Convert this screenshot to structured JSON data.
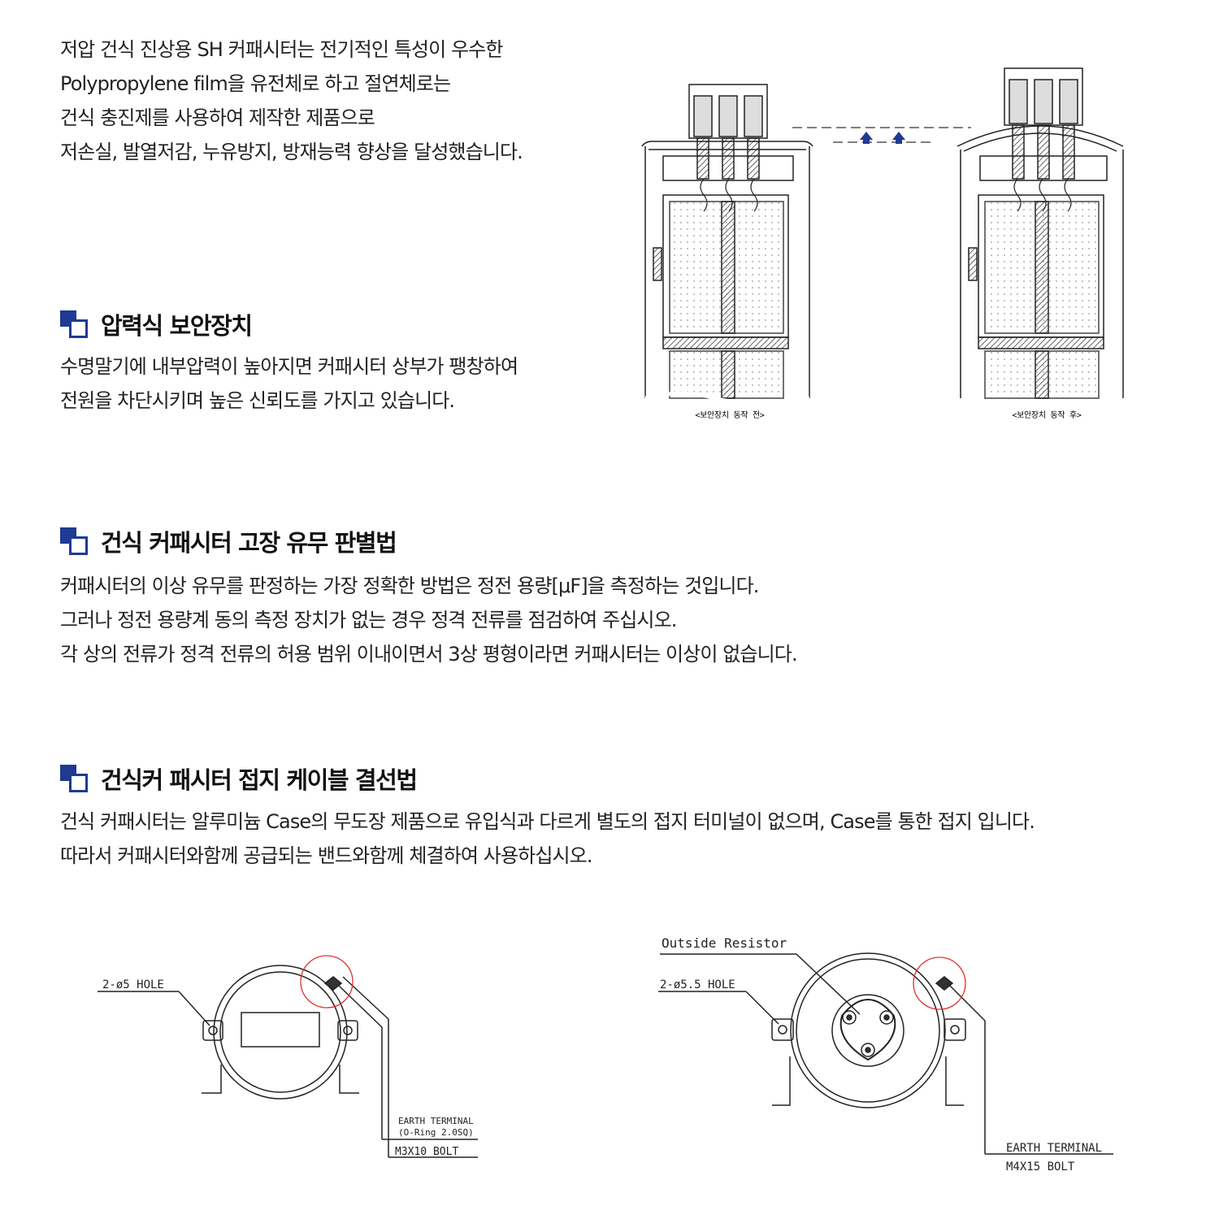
{
  "intro": {
    "lines": [
      "저압 건식 진상용 SH 커패시터는 전기적인 특성이 우수한",
      "Polypropylene film을 유전체로 하고 절연체로는",
      "건식 충진제를 사용하여 제작한 제품으로",
      "저손실, 발열저감, 누유방지, 방재능력 향상을 달성했습니다."
    ]
  },
  "sections": [
    {
      "title": "압력식 보안장치",
      "lines": [
        "수명말기에 내부압력이 높아지면 커패시터 상부가 팽창하여",
        "전원을 차단시키며 높은 신뢰도를 가지고 있습니다."
      ]
    },
    {
      "title": "건식 커패시터 고장 유무 판별법",
      "lines": [
        "커패시터의 이상 유무를 판정하는 가장 정확한 방법은 정전 용량[μF]을 측정하는 것입니다.",
        "그러나 정전 용량계 동의 측정 장치가 없는 경우 정격 전류를 점검하여 주십시오.",
        "각 상의 전류가 정격 전류의 허용 범위 이내이면서 3상 평형이라면 커패시터는 이상이 없습니다."
      ]
    },
    {
      "title": "건식커 패시터 접지 케이블 결선법",
      "lines": [
        "건식 커패시터는 알루미늄 Case의 무도장 제품으로 유입식과 다르게 별도의 접지 터미널이 없으며, Case를 통한 접지 입니다.",
        "따라서 커패시터와함께 공급되는 밴드와함께 체결하여 사용하십시오."
      ]
    }
  ],
  "figures": {
    "before_caption": "<보안장치 동작 전>",
    "after_caption": "<보안장치 동작 후>",
    "left_hole": "2-ø5 HOLE",
    "left_terminal": "EARTH TERMINAL",
    "left_ring": "(O-Ring 2.0SQ)",
    "left_bolt": "M3X10 BOLT",
    "right_resistor": "Outside Resistor",
    "right_hole": "2-ø5.5 HOLE",
    "right_terminal": "EARTH TERMINAL",
    "right_bolt": "M4X15 BOLT"
  },
  "colors": {
    "accent": "#1f3a93",
    "highlight_circle": "#e03030",
    "text": "#222222"
  }
}
